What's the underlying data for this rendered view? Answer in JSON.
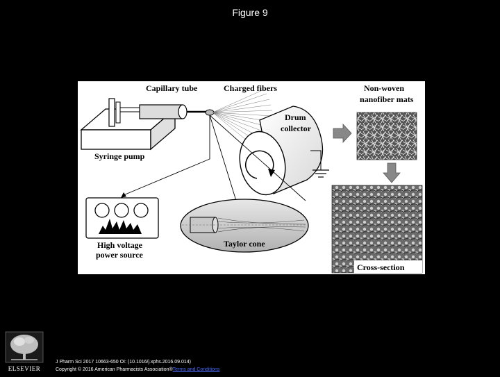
{
  "slide": {
    "title": "Figure 9"
  },
  "figure": {
    "labels": {
      "capillary_tube": "Capillary tube",
      "charged_fibers": "Charged fibers",
      "non_woven_line1": "Non-woven",
      "non_woven_line2": "nanofiber mats",
      "drum_line1": "Drum",
      "drum_line2": "collector",
      "syringe_pump": "Syringe pump",
      "high_voltage_line1": "High voltage",
      "high_voltage_line2": "power source",
      "taylor_cone": "Taylor cone",
      "cross_section": "Cross-section"
    }
  },
  "footer": {
    "publisher_logo_text": "ELSEVIER",
    "citation_line": "J Pharm Sci 2017 10663-650 OI: (10.1016/j.xphs.2016.09.014)",
    "copyright_text": "Copyright © 2016 American Pharmacists Association®",
    "terms_link": "Terms and Conditions"
  }
}
